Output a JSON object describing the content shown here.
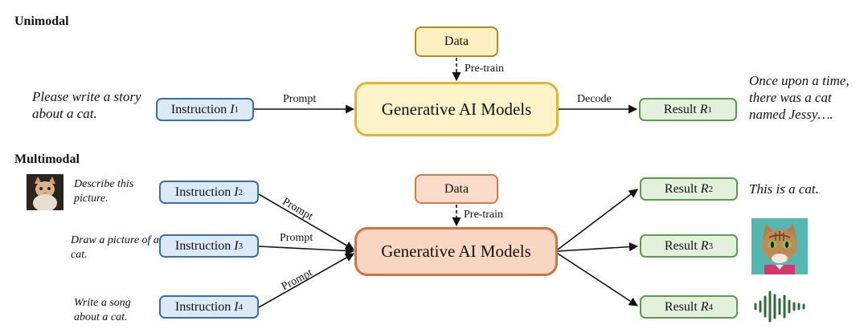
{
  "unimodal": {
    "title": "Unimodal",
    "prompt_text": "Please write a story about a cat.",
    "instruction": {
      "label": "Instruction",
      "var": "I",
      "sub": "1"
    },
    "data_label": "Data",
    "pretrain_label": "Pre-train",
    "model_label": "Generative AI Models",
    "prompt_label": "Prompt",
    "decode_label": "Decode",
    "result": {
      "label": "Result",
      "var": "R",
      "sub": "1"
    },
    "output_text": "Once upon a time, there was a cat named Jessy…."
  },
  "multimodal": {
    "title": "Multimodal",
    "inputs": [
      {
        "text": "Describe this picture.",
        "instruction": {
          "label": "Instruction",
          "var": "I",
          "sub": "2"
        }
      },
      {
        "text": "Draw a picture of a cat.",
        "instruction": {
          "label": "Instruction",
          "var": "I",
          "sub": "3"
        }
      },
      {
        "text": "Write a song about a cat.",
        "instruction": {
          "label": "Instruction",
          "var": "I",
          "sub": "4"
        }
      }
    ],
    "prompt_labels": [
      "Prompt",
      "Prompt",
      "Prompt"
    ],
    "data_label": "Data",
    "pretrain_label": "Pre-train",
    "model_label": "Generative AI Models",
    "results": [
      {
        "label": "Result",
        "var": "R",
        "sub": "2"
      },
      {
        "label": "Result",
        "var": "R",
        "sub": "3"
      },
      {
        "label": "Result",
        "var": "R",
        "sub": "4"
      }
    ],
    "result2_text": "This is a cat."
  },
  "icons": [
    "cat-photo-icon",
    "generated-cat-image-icon",
    "audio-waveform-icon"
  ],
  "colors": {
    "instruction_fill": "#dce9f7",
    "instruction_border": "#3a6fae",
    "result_fill": "#e2f0dc",
    "result_border": "#5c9a4e",
    "unimodal_model_fill": "#fff3c9",
    "unimodal_model_border": "#e0b533",
    "multimodal_model_fill": "#f9d6c2",
    "multimodal_model_border": "#d6703e",
    "waveform": "#2f6b3a"
  }
}
